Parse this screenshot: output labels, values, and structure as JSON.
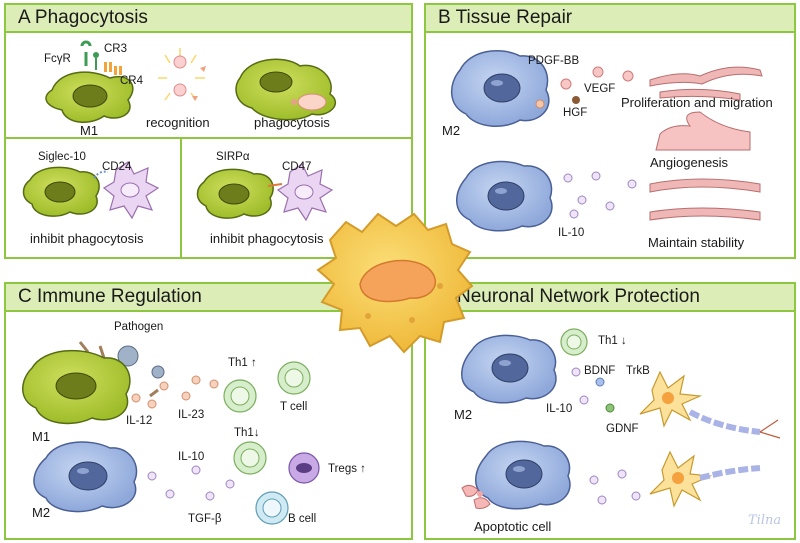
{
  "panels": {
    "a": {
      "title": "A  Phagocytosis"
    },
    "b": {
      "title": "B  Tissue Repair"
    },
    "c": {
      "title": "C  Immune Regulation"
    },
    "d": {
      "title": "D  Neuronal Network Protection"
    }
  },
  "panel_a": {
    "fcyr": "FcγR",
    "cr3": "CR3",
    "cr4": "CR4",
    "m1": "M1",
    "recognition": "recognition",
    "phagocytosis": "phagocytosis",
    "siglec10": "Siglec-10",
    "cd24": "CD24",
    "inhibit_1": "inhibit  phagocytosis",
    "sirpa": "SIRPα",
    "cd47": "CD47",
    "inhibit_2": "inhibit  phagocytosis"
  },
  "panel_b": {
    "pdgf": "PDGF-BB",
    "vegf": "VEGF",
    "hgf": "HGF",
    "m2": "M2",
    "prolif": "Proliferation and migration",
    "angio": "Angiogenesis",
    "il10": "IL-10",
    "maintain": "Maintain stability"
  },
  "panel_c": {
    "pathogen": "Pathogen",
    "th1_up": "Th1 ↑",
    "tcell": "T cell",
    "m1": "M1",
    "il12": "IL-12",
    "il23": "IL-23",
    "th1_down": "Th1↓",
    "il10": "IL-10",
    "tregs": "Tregs ↑",
    "m2": "M2",
    "tgfb": "TGF-β",
    "bcell": "B cell"
  },
  "panel_d": {
    "th1_down": "Th1 ↓",
    "bdnf": "BDNF",
    "trkb": "TrkB",
    "m2": "M2",
    "il10": "IL-10",
    "gdnf": "GDNF",
    "apoptotic": "Apoptotic cell"
  },
  "signature": "Tilna",
  "colors": {
    "border": "#8dc63f",
    "header": "#dcedb7",
    "m1_cell": "#b5cc3a",
    "m2_cell": "#a8bde6",
    "center_cell": "#f6cc4e",
    "t_cell": "#d6eecb",
    "target_cell": "#ead6f2",
    "fiber": "#f0b7b7",
    "neuron": "#fbe19a"
  }
}
